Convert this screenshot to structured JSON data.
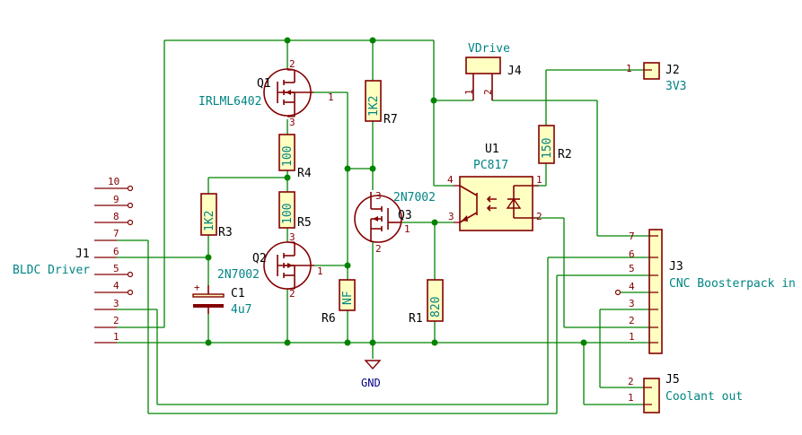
{
  "components": {
    "q1": {
      "ref": "Q1",
      "value": "IRLML6402",
      "pins": [
        "2",
        "1",
        "3"
      ]
    },
    "q2": {
      "ref": "Q2",
      "value": "2N7002",
      "pins": [
        "3",
        "1",
        "2"
      ]
    },
    "q3": {
      "ref": "Q3",
      "value": "2N7002",
      "pins": [
        "3",
        "1",
        "2"
      ]
    },
    "r1": {
      "ref": "R1",
      "value": "820"
    },
    "r2": {
      "ref": "R2",
      "value": "150"
    },
    "r3": {
      "ref": "R3",
      "value": "1K2"
    },
    "r4": {
      "ref": "R4",
      "value": "100"
    },
    "r5": {
      "ref": "R5",
      "value": "100"
    },
    "r6": {
      "ref": "R6",
      "value": "NF"
    },
    "r7": {
      "ref": "R7",
      "value": "1K2"
    },
    "c1": {
      "ref": "C1",
      "value": "4u7",
      "polarity": "+"
    },
    "u1": {
      "ref": "U1",
      "value": "PC817",
      "pins": [
        "4",
        "3",
        "1",
        "2"
      ]
    },
    "j1": {
      "ref": "J1",
      "value": "BLDC Driver",
      "pins": [
        "10",
        "9",
        "8",
        "7",
        "6",
        "5",
        "4",
        "3",
        "2",
        "1"
      ]
    },
    "j2": {
      "ref": "J2",
      "value": "3V3",
      "pins": [
        "1"
      ]
    },
    "j3": {
      "ref": "J3",
      "value": "CNC Boosterpack in",
      "pins": [
        "7",
        "6",
        "5",
        "4",
        "3",
        "2",
        "1"
      ]
    },
    "j4": {
      "ref": "J4",
      "value": "VDrive",
      "pins": [
        "1",
        "2"
      ]
    },
    "j5": {
      "ref": "J5",
      "value": "Coolant out",
      "pins": [
        "2",
        "1"
      ]
    }
  },
  "power": {
    "gnd_label": "GND"
  },
  "colors": {
    "wire": "#008400",
    "part": "#840000",
    "body_fill": "#ffffc2",
    "value_text": "#008484",
    "power_label": "#000084"
  }
}
